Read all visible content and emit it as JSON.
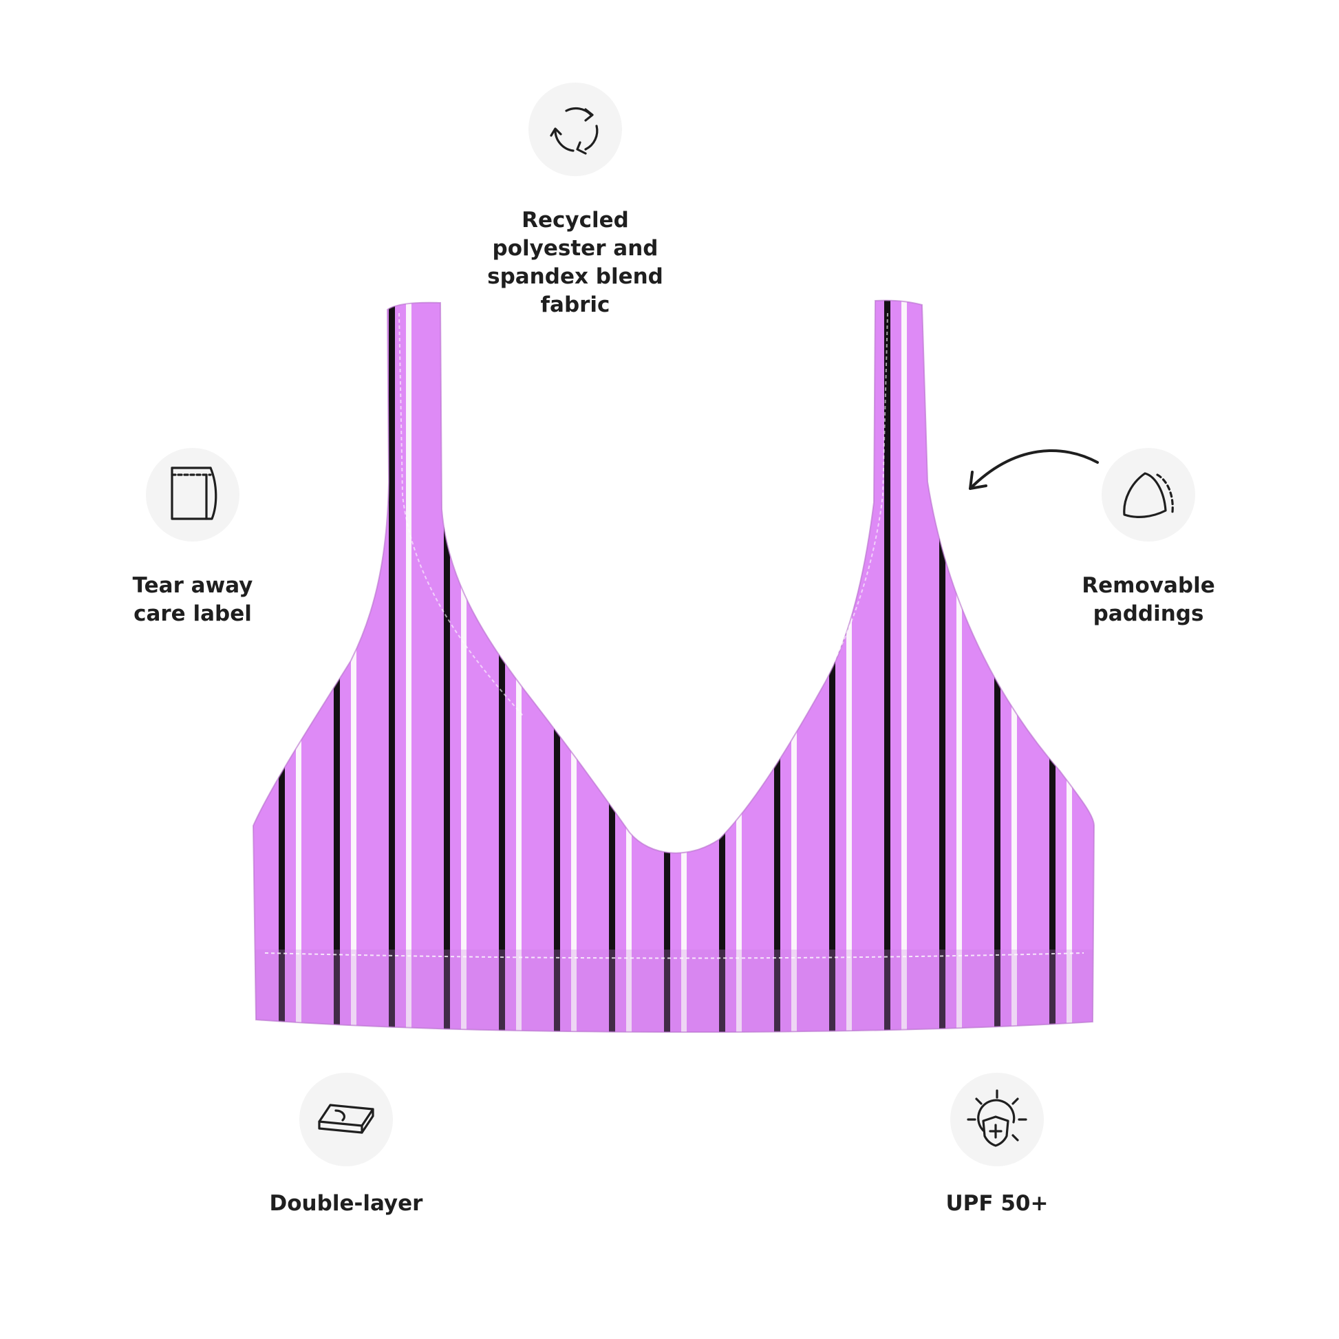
{
  "product": {
    "name": "",
    "colors": {
      "fabric": "#de8af6",
      "stripe_dark": "#141014",
      "stripe_light": "#fbf4fb",
      "icon_bg": "#f4f4f4",
      "text": "#1f1f1f"
    }
  },
  "features": {
    "recycled": {
      "icon": "recycle-icon",
      "label": "Recycled\npolyester and\nspandex blend\nfabric"
    },
    "care_label": {
      "icon": "care-label-icon",
      "label": "Tear away\ncare label"
    },
    "padding": {
      "icon": "removable-padding-icon",
      "label": "Removable\npaddings"
    },
    "double_layer": {
      "icon": "double-layer-icon",
      "label": "Double-layer"
    },
    "upf": {
      "icon": "sun-shield-icon",
      "label": "UPF 50+"
    }
  }
}
